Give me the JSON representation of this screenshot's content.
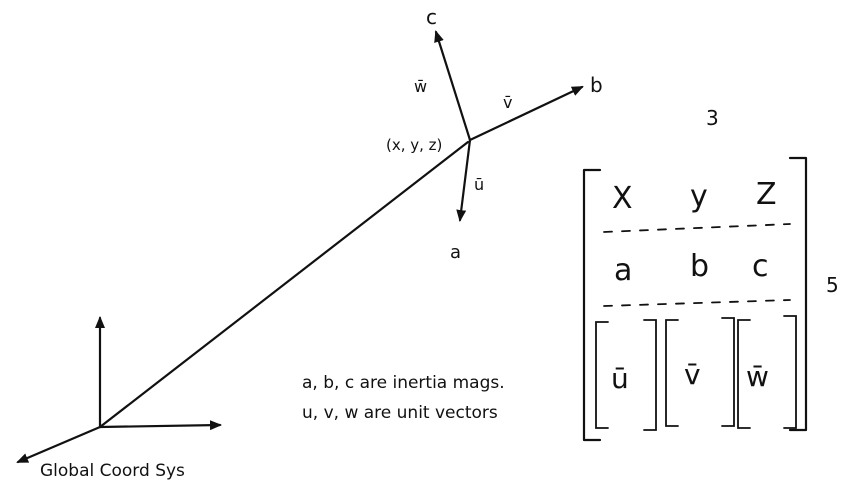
{
  "labels": {
    "c": "c",
    "b": "b",
    "a": "a",
    "w_vec": "w̄",
    "v_vec": "v̄",
    "u_vec": "ū",
    "origin_point": "(x, y, z)",
    "global": "Global Coord Sys",
    "note_line1": "a, b, c are inertia mags.",
    "note_line2": "u, v, w are unit vectors"
  },
  "matrix": {
    "row_count_label": "3",
    "col_count_label": "5",
    "row1": [
      "X",
      "y",
      "Z"
    ],
    "row2": [
      "a",
      "b",
      "c"
    ],
    "row3": [
      "ū",
      "v̄",
      "w̄"
    ]
  },
  "colors": {
    "ink": "#111111",
    "background": "#ffffff"
  }
}
